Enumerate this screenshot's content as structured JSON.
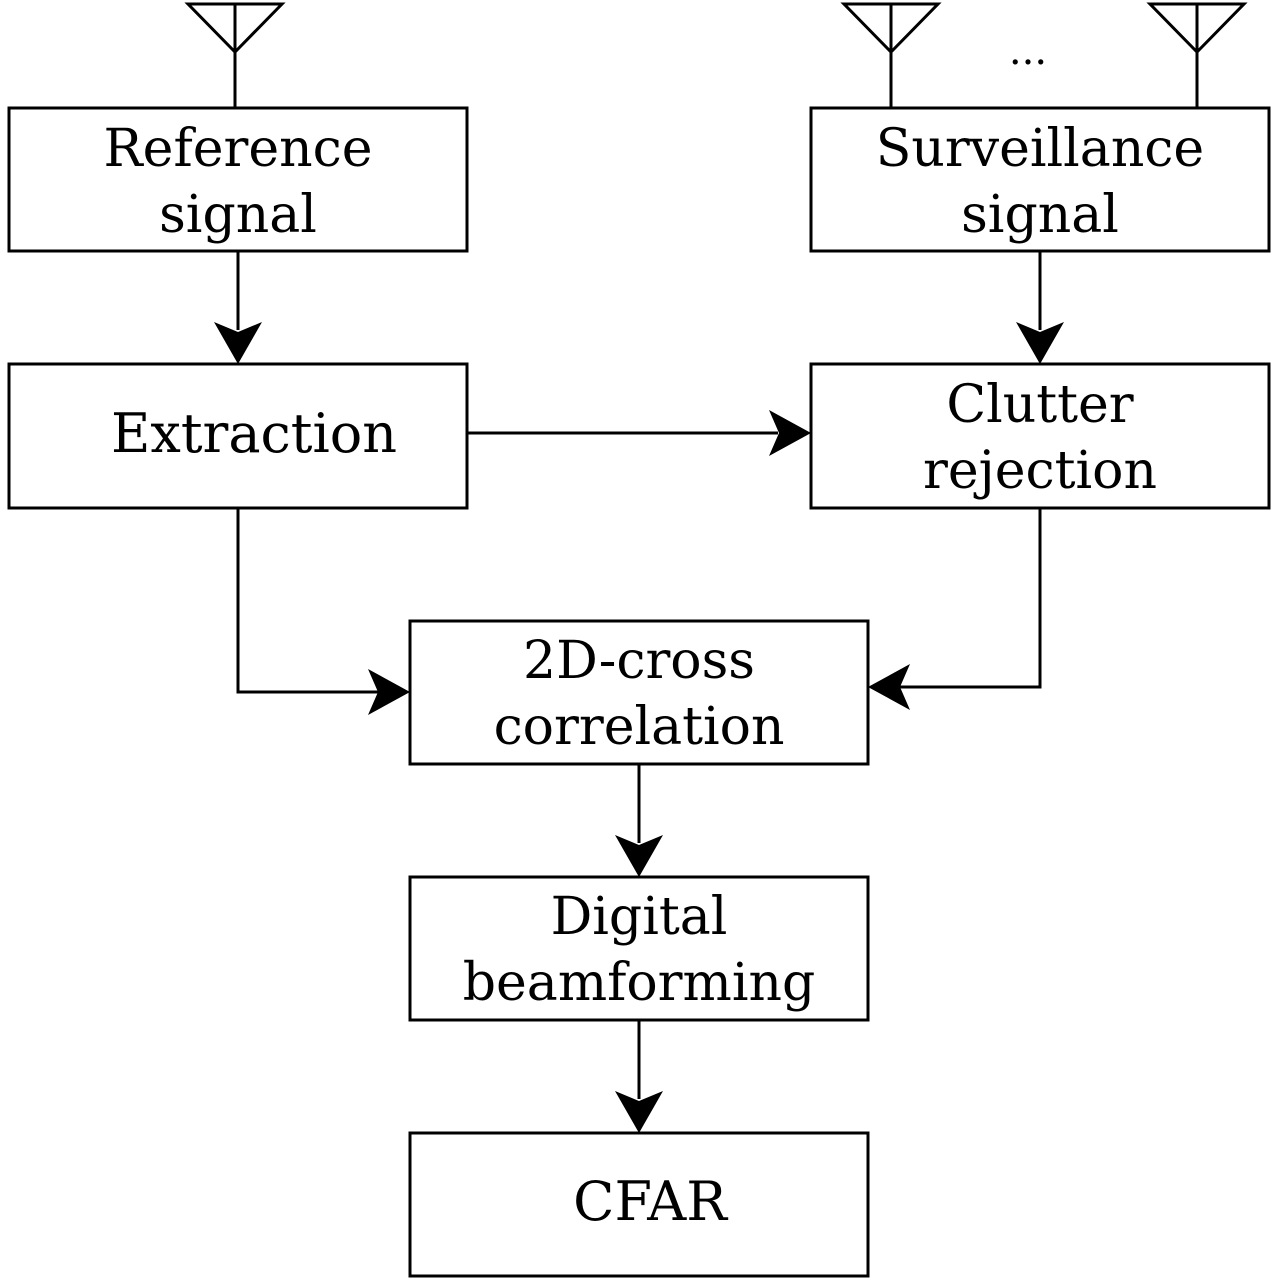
{
  "blocks": {
    "reference_signal": {
      "line1": "Reference",
      "line2": "signal"
    },
    "surveillance_signal": {
      "line1": "Surveillance",
      "line2": "signal"
    },
    "extraction": {
      "label": "Extraction"
    },
    "clutter_rejection": {
      "line1": "Clutter",
      "line2": "rejection"
    },
    "cross_correlation": {
      "line1": "2D-cross",
      "line2": "correlation"
    },
    "digital_beamforming": {
      "line1": "Digital",
      "line2": "beamforming"
    },
    "cfar": {
      "label": "CFAR"
    }
  },
  "antenna_array": {
    "ellipsis": "..."
  },
  "icons": [
    "antenna-icon",
    "arrowhead-icon"
  ]
}
